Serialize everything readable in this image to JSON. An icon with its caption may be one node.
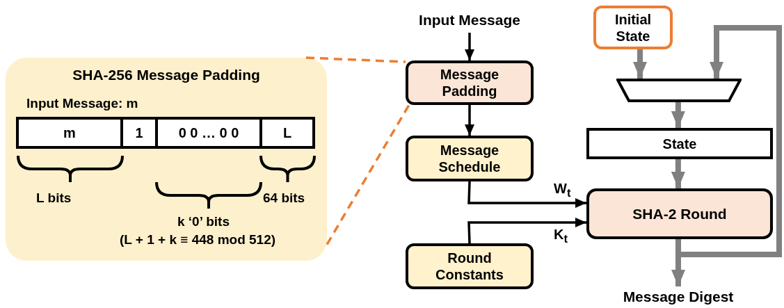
{
  "diagram": {
    "nodes": [
      {
        "text": [
          "SHA-256 Message Padding"
        ]
      },
      {
        "text": [
          "m"
        ],
        "in": 0
      },
      {
        "text": [
          "1"
        ],
        "in": 0
      },
      {
        "text": [
          "0 0 … 0 0"
        ],
        "in": 0
      },
      {
        "text": [
          "L"
        ],
        "in": 0
      },
      {
        "text": [
          "Input Message"
        ]
      },
      {
        "text": [
          "Message Padding"
        ]
      },
      {
        "text": [
          "Message Schedule"
        ]
      },
      {
        "text": [
          "Round Constants"
        ]
      },
      {
        "text": [
          "Initial State"
        ]
      },
      {
        "text": [],
        "shape": "trapezoid"
      },
      {
        "text": [
          "State"
        ]
      },
      {
        "text": [
          "SHA-2 Round"
        ]
      },
      {
        "text": [
          "Message Digest"
        ]
      }
    ],
    "edges": [
      {
        "from": 0,
        "to": 6,
        "arrow": "none",
        "style": "dashed",
        "color": "#ed7d31"
      },
      {
        "from": 0,
        "to": 6,
        "arrow": "none",
        "style": "dashed",
        "color": "#ed7d31"
      },
      {
        "from": 5,
        "to": 6,
        "arrow": "to",
        "color": "#000000"
      },
      {
        "from": 6,
        "to": 7,
        "arrow": "to",
        "color": "#000000"
      },
      {
        "from": 7,
        "to": 12,
        "arrow": "to",
        "label": "W$_{t}$",
        "color": "#000000"
      },
      {
        "from": 8,
        "to": 12,
        "arrow": "to",
        "label": "K$_{t}$",
        "color": "#000000"
      },
      {
        "from": 9,
        "to": 10,
        "arrow": "to",
        "style": "thick",
        "color": "#808080"
      },
      {
        "from": 12,
        "to": 10,
        "arrow": "to",
        "style": "thick",
        "color": "#808080"
      },
      {
        "from": 10,
        "to": 11,
        "arrow": "to",
        "style": "thick",
        "color": "#808080"
      },
      {
        "from": 11,
        "to": 12,
        "arrow": "to",
        "style": "thick",
        "color": "#808080"
      },
      {
        "from": 12,
        "to": 13,
        "arrow": "to",
        "style": "thick",
        "color": "#808080"
      }
    ],
    "labels": [
      "Input Message: m",
      "L bits",
      "64 bits",
      "k ‘0’ bits",
      "(L + 1 + k ≡ 448 mod 512)"
    ]
  }
}
